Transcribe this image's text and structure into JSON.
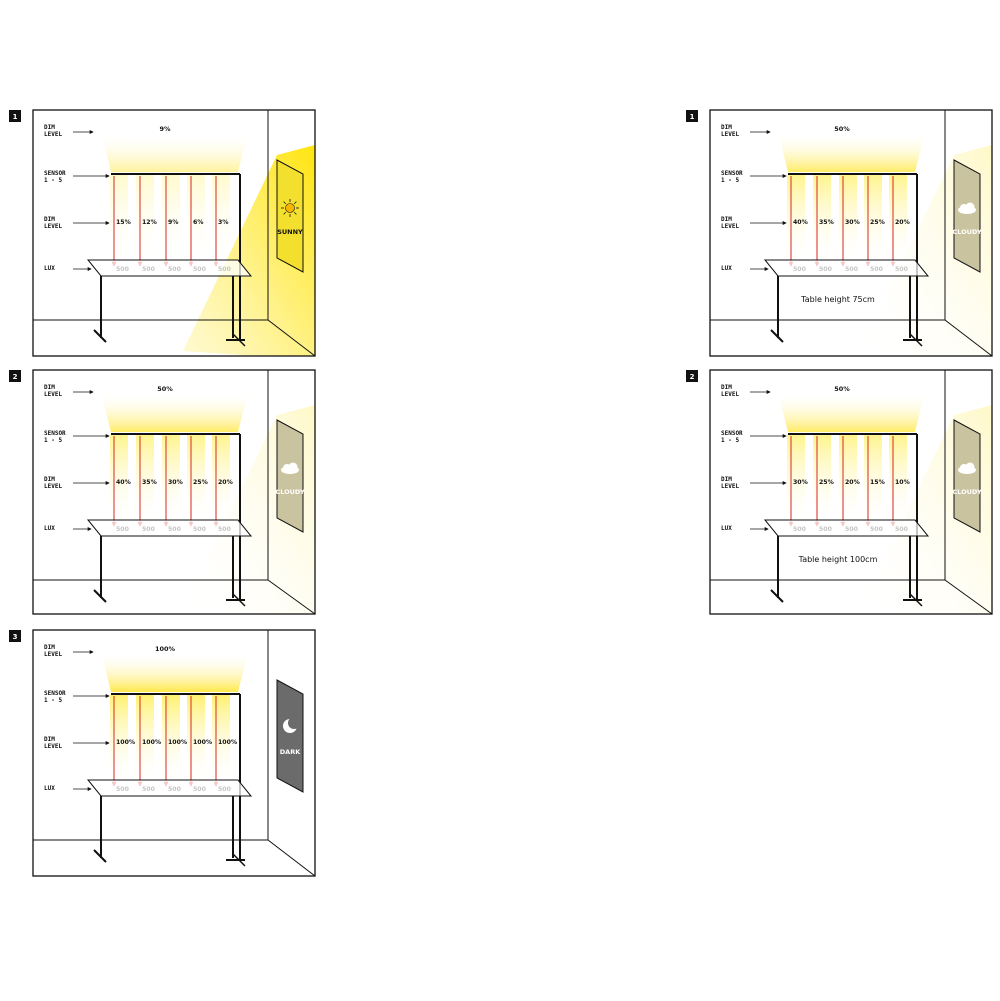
{
  "labels": {
    "dim_level": [
      "DIM",
      "LEVEL"
    ],
    "sensor": [
      "SENSOR",
      "1 - 5"
    ],
    "lux": "LUX"
  },
  "colors": {
    "light": "#ffe84a",
    "arrow": "#d8271f",
    "sunny_panel": "#f3df2e",
    "cloudy_panel": "#c9c3a0",
    "dark_panel": "#6b6b6b"
  },
  "panels": [
    {
      "number": "1",
      "ceiling_dim": "9%",
      "sensor_dims": [
        "15%",
        "12%",
        "9%",
        "6%",
        "3%"
      ],
      "lux": [
        "500",
        "500",
        "500",
        "500",
        "500"
      ],
      "weather": "SUNNY",
      "weather_icon": "sun-icon",
      "caption": ""
    },
    {
      "number": "2",
      "ceiling_dim": "50%",
      "sensor_dims": [
        "40%",
        "35%",
        "30%",
        "25%",
        "20%"
      ],
      "lux": [
        "500",
        "500",
        "500",
        "500",
        "500"
      ],
      "weather": "CLOUDY",
      "weather_icon": "cloud-icon",
      "caption": ""
    },
    {
      "number": "3",
      "ceiling_dim": "100%",
      "sensor_dims": [
        "100%",
        "100%",
        "100%",
        "100%",
        "100%"
      ],
      "lux": [
        "500",
        "500",
        "500",
        "500",
        "500"
      ],
      "weather": "DARK",
      "weather_icon": "moon-icon",
      "caption": ""
    },
    {
      "number": "1",
      "ceiling_dim": "50%",
      "sensor_dims": [
        "40%",
        "35%",
        "30%",
        "25%",
        "20%"
      ],
      "lux": [
        "500",
        "500",
        "500",
        "500",
        "500"
      ],
      "weather": "CLOUDY",
      "weather_icon": "cloud-icon",
      "caption": "Table height 75cm"
    },
    {
      "number": "2",
      "ceiling_dim": "50%",
      "sensor_dims": [
        "30%",
        "25%",
        "20%",
        "15%",
        "10%"
      ],
      "lux": [
        "500",
        "500",
        "500",
        "500",
        "500"
      ],
      "weather": "CLOUDY",
      "weather_icon": "cloud-icon",
      "caption": "Table height 100cm"
    }
  ]
}
